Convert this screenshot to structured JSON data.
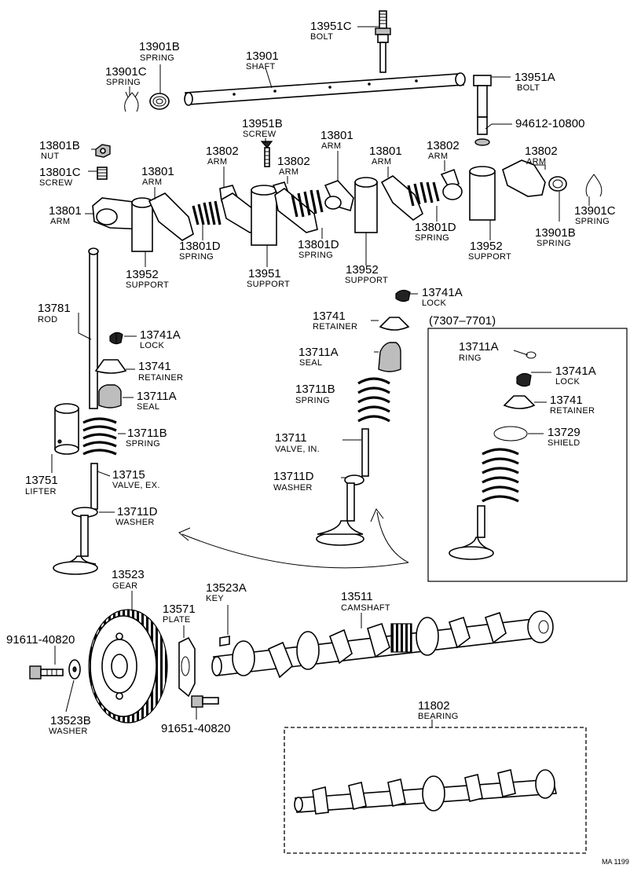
{
  "diagram": {
    "inset_range": "(7307–7701)",
    "footer_code": "MA 1199",
    "labels": [
      {
        "id": "bolt-13951c",
        "number": "13951C",
        "name": "BOLT"
      },
      {
        "id": "spring-13901b-top",
        "number": "13901B",
        "name": "SPRING"
      },
      {
        "id": "shaft-13901",
        "number": "13901",
        "name": "SHAFT"
      },
      {
        "id": "spring-13901c-top",
        "number": "13901C",
        "name": "SPRING"
      },
      {
        "id": "bolt-13951a",
        "number": "13951A",
        "name": "BOLT"
      },
      {
        "id": "part-94612",
        "number": "94612-10800",
        "name": ""
      },
      {
        "id": "screw-13951b",
        "number": "13951B",
        "name": "SCREW"
      },
      {
        "id": "nut-13801b",
        "number": "13801B",
        "name": "NUT"
      },
      {
        "id": "screw-13801c",
        "number": "13801C",
        "name": "SCREW"
      },
      {
        "id": "arm-13802-a",
        "number": "13802",
        "name": "ARM"
      },
      {
        "id": "arm-13801-a",
        "number": "13801",
        "name": "ARM"
      },
      {
        "id": "arm-13802-b",
        "number": "13802",
        "name": "ARM"
      },
      {
        "id": "arm-13801-b",
        "number": "13801",
        "name": "ARM"
      },
      {
        "id": "arm-13801-c",
        "number": "13801",
        "name": "ARM"
      },
      {
        "id": "arm-13802-c",
        "number": "13802",
        "name": "ARM"
      },
      {
        "id": "arm-13802-d",
        "number": "13802",
        "name": "ARM"
      },
      {
        "id": "arm-13801-d",
        "number": "13801",
        "name": "ARM"
      },
      {
        "id": "spring-13901c-right",
        "number": "13901C",
        "name": "SPRING"
      },
      {
        "id": "spring-13901b-right",
        "number": "13901B",
        "name": "SPRING"
      },
      {
        "id": "spring-13801d-a",
        "number": "13801D",
        "name": "SPRING"
      },
      {
        "id": "spring-13801d-b",
        "number": "13801D",
        "name": "SPRING"
      },
      {
        "id": "spring-13801d-c",
        "number": "13801D",
        "name": "SPRING"
      },
      {
        "id": "support-13952-a",
        "number": "13952",
        "name": "SUPPORT"
      },
      {
        "id": "support-13951",
        "number": "13951",
        "name": "SUPPORT"
      },
      {
        "id": "support-13952-b",
        "number": "13952",
        "name": "SUPPORT"
      },
      {
        "id": "support-13952-c",
        "number": "13952",
        "name": "SUPPORT"
      },
      {
        "id": "lock-13741a-top",
        "number": "13741A",
        "name": "LOCK"
      },
      {
        "id": "rod-13781",
        "number": "13781",
        "name": "ROD"
      },
      {
        "id": "lock-13741a-left",
        "number": "13741A",
        "name": "LOCK"
      },
      {
        "id": "retainer-13741-left",
        "number": "13741",
        "name": "RETAINER"
      },
      {
        "id": "seal-13711a-left",
        "number": "13711A",
        "name": "SEAL"
      },
      {
        "id": "spring-13711b-left",
        "number": "13711B",
        "name": "SPRING"
      },
      {
        "id": "lifter-13751",
        "number": "13751",
        "name": "LIFTER"
      },
      {
        "id": "valve-13715",
        "number": "13715",
        "name": "VALVE, EX."
      },
      {
        "id": "washer-13711d-left",
        "number": "13711D",
        "name": "WASHER"
      },
      {
        "id": "retainer-13741-mid",
        "number": "13741",
        "name": "RETAINER"
      },
      {
        "id": "seal-13711a-mid",
        "number": "13711A",
        "name": "SEAL"
      },
      {
        "id": "spring-13711b-mid",
        "number": "13711B",
        "name": "SPRING"
      },
      {
        "id": "valve-13711",
        "number": "13711",
        "name": "VALVE, IN."
      },
      {
        "id": "washer-13711d-mid",
        "number": "13711D",
        "name": "WASHER"
      },
      {
        "id": "ring-13711a",
        "number": "13711A",
        "name": "RING"
      },
      {
        "id": "lock-13741a-inset",
        "number": "13741A",
        "name": "LOCK"
      },
      {
        "id": "retainer-13741-inset",
        "number": "13741",
        "name": "RETAINER"
      },
      {
        "id": "shield-13729",
        "number": "13729",
        "name": "SHIELD"
      },
      {
        "id": "gear-13523",
        "number": "13523",
        "name": "GEAR"
      },
      {
        "id": "key-13523a",
        "number": "13523A",
        "name": "KEY"
      },
      {
        "id": "camshaft-13511",
        "number": "13511",
        "name": "CAMSHAFT"
      },
      {
        "id": "plate-13571",
        "number": "13571",
        "name": "PLATE"
      },
      {
        "id": "bolt-91611",
        "number": "91611-40820",
        "name": ""
      },
      {
        "id": "washer-13523b",
        "number": "13523B",
        "name": "WASHER"
      },
      {
        "id": "bolt-91651",
        "number": "91651-40820",
        "name": ""
      },
      {
        "id": "bearing-11802",
        "number": "11802",
        "name": "BEARING"
      }
    ]
  }
}
